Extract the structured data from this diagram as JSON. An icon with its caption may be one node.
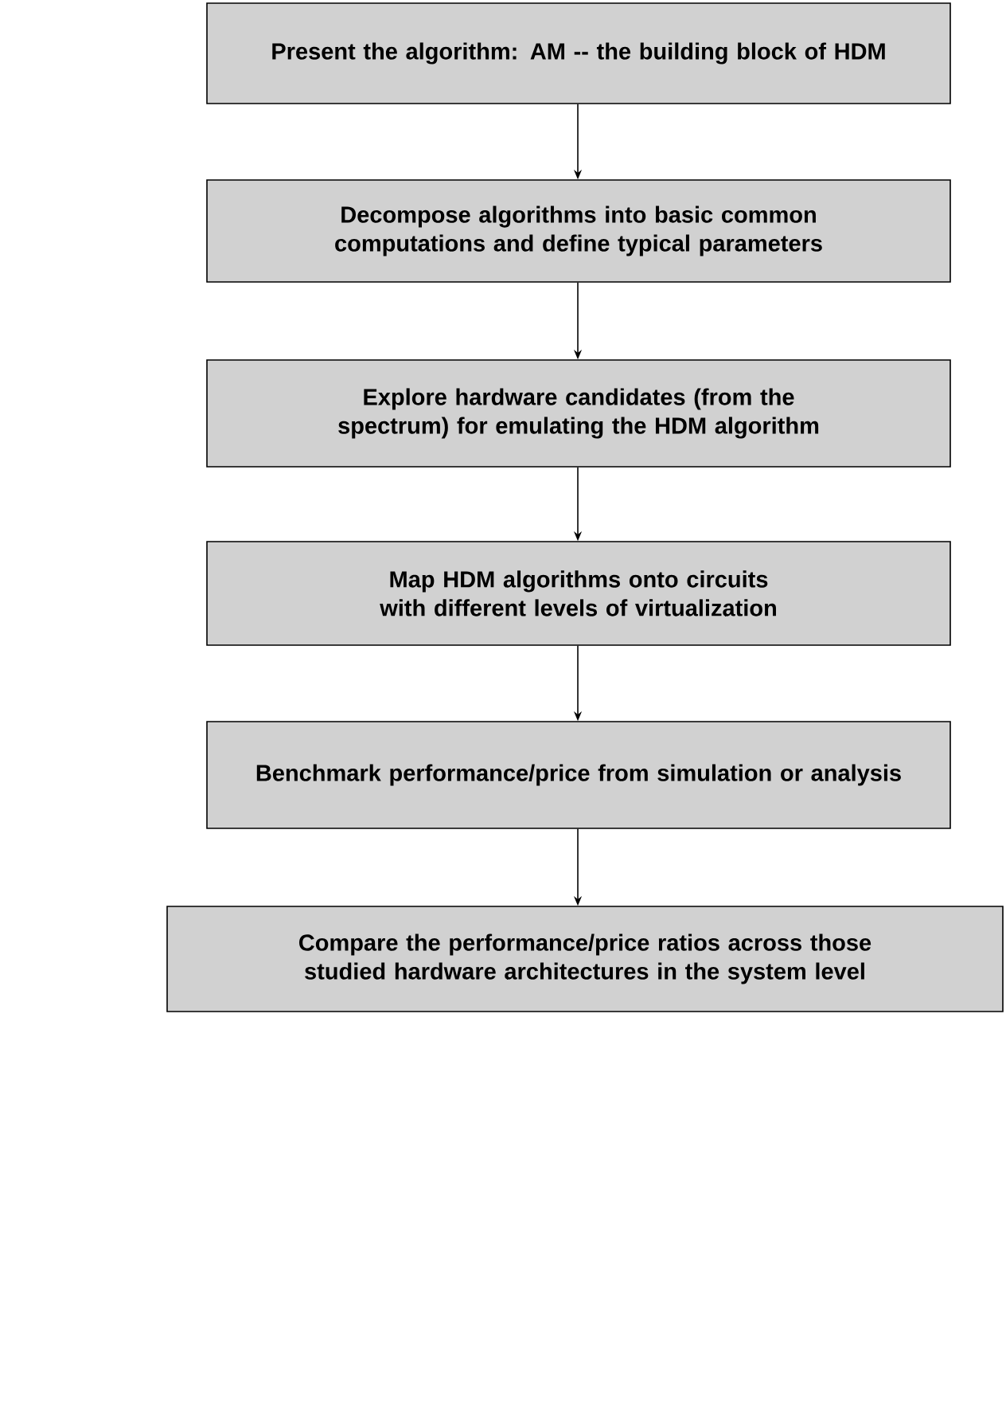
{
  "diagram": {
    "nodes": [
      {
        "text": [
          "Present the algorithm: AM -- the building block of HDM"
        ]
      },
      {
        "text": [
          "Decompose algorithms into basic common computations and define typical parameters"
        ]
      },
      {
        "text": [
          "Explore hardware candidates (from the spectrum) for emulating the HDM algorithm"
        ]
      },
      {
        "text": [
          "Map HDM algorithms onto circuits with different levels of virtualization"
        ]
      },
      {
        "text": [
          "Benchmark performance/price from simulation or analysis"
        ]
      },
      {
        "text": [
          "Compare the performance/price ratios across those studied hardware architectures in the system level"
        ]
      }
    ],
    "edges": [
      {
        "from": 0,
        "to": 1,
        "arrow": "to"
      },
      {
        "from": 1,
        "to": 2,
        "arrow": "to"
      },
      {
        "from": 2,
        "to": 3,
        "arrow": "to"
      },
      {
        "from": 3,
        "to": 4,
        "arrow": "to"
      },
      {
        "from": 4,
        "to": 5,
        "arrow": "to"
      }
    ]
  }
}
